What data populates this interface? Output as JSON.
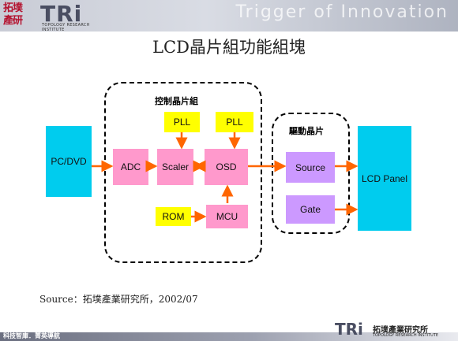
{
  "header": {
    "logo_cn": "拓墣\n產研",
    "logo_tri": "TRi",
    "logo_sub": "TOPOLOGY RESEARCH INSTITUTE",
    "tagline": "Trigger of Innovation"
  },
  "title": "LCD晶片組功能組塊",
  "diagram": {
    "control_group_label": "控制晶片組",
    "driver_group_label": "驅動晶片",
    "blocks": {
      "pcdvd": "PC/DVD",
      "adc": "ADC",
      "scaler": "Scaler",
      "osd": "OSD",
      "pll1": "PLL",
      "pll2": "PLL",
      "rom": "ROM",
      "mcu": "MCU",
      "source": "Source",
      "gate": "Gate",
      "lcd": "LCD Panel"
    },
    "colors": {
      "display": "#00ccee",
      "processing": "#ff99cc",
      "clock": "#ffff00",
      "driver": "#cc99ff",
      "arrow": "#ff6600"
    }
  },
  "source": "Source：拓墣產業研究所，2002/07",
  "footer": {
    "left_text": "科技智庫．菁英導航",
    "tri": "TRi",
    "cn": "拓墣產業研究所",
    "sub": "TOPOLOGY RESEARCH INSTITUTE"
  }
}
